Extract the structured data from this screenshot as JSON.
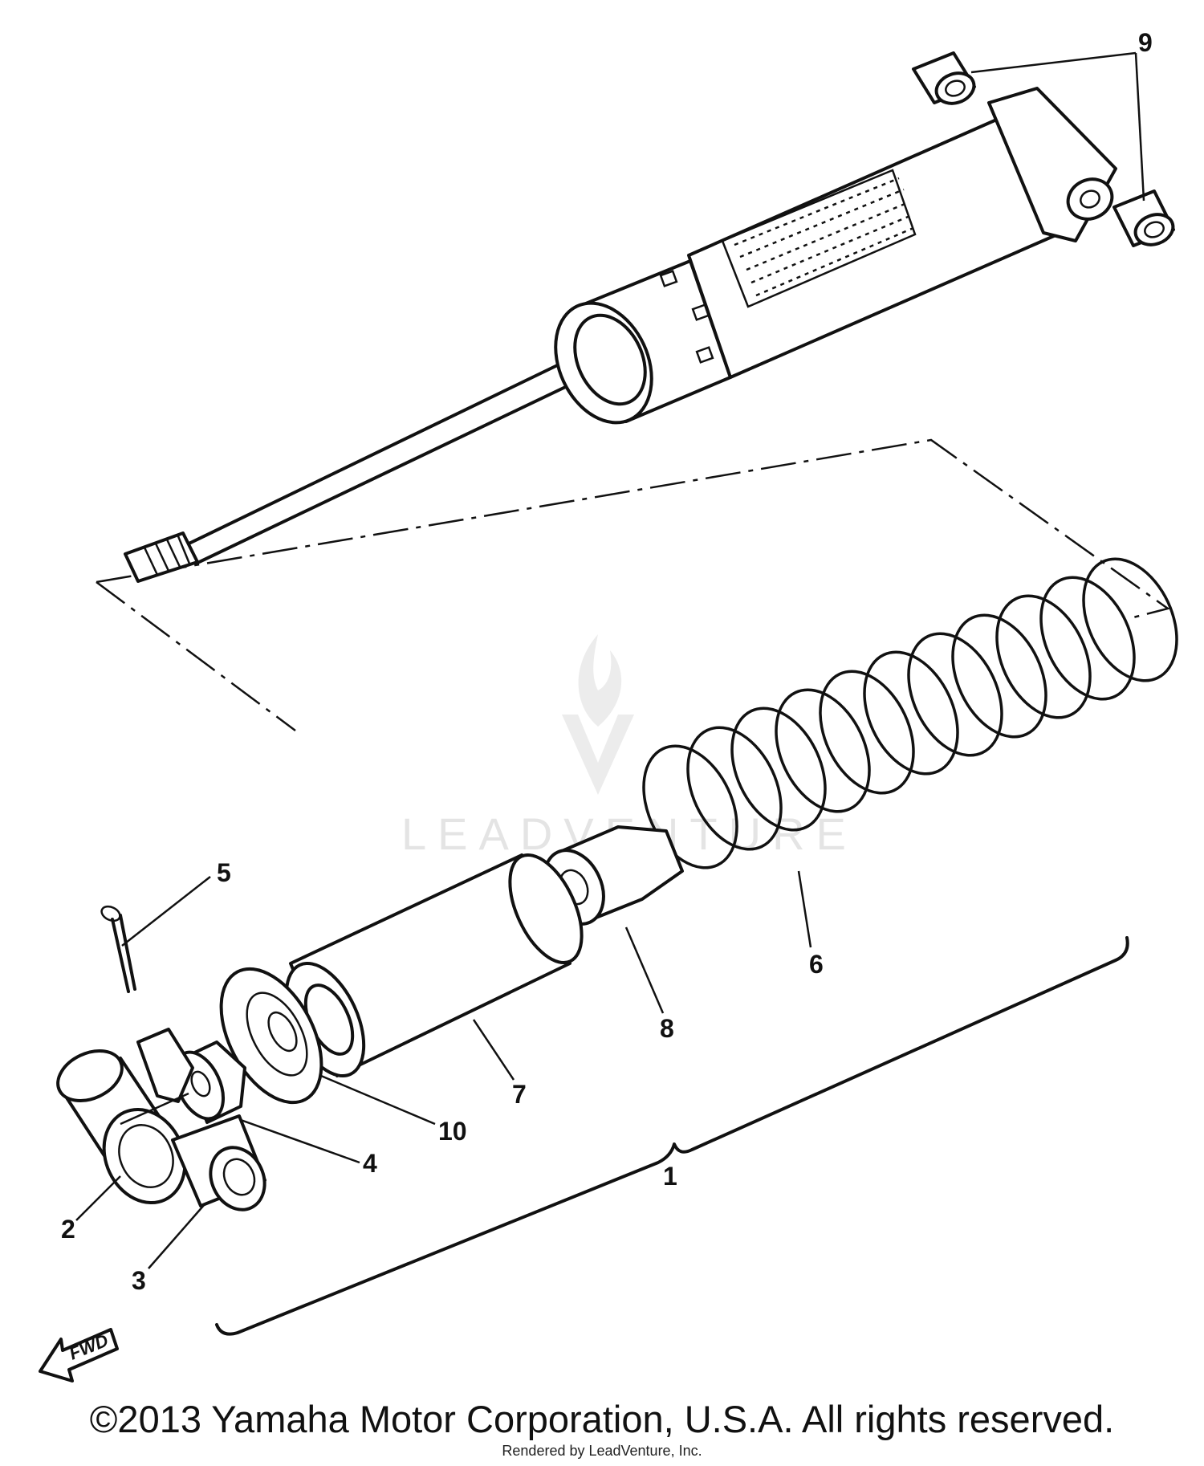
{
  "callouts": {
    "c1": "1",
    "c2": "2",
    "c3": "3",
    "c4": "4",
    "c5": "5",
    "c6": "6",
    "c7": "7",
    "c8": "8",
    "c9": "9",
    "c10": "10"
  },
  "fwd_label": "FWD",
  "watermark": {
    "text": "LEADVENTURE",
    "icon": "flame-v-logo-icon"
  },
  "footer": {
    "copyright": "©2013 Yamaha Motor Corporation, U.S.A. All rights reserved.",
    "rendered_by": "Rendered by LeadVenture, Inc."
  }
}
